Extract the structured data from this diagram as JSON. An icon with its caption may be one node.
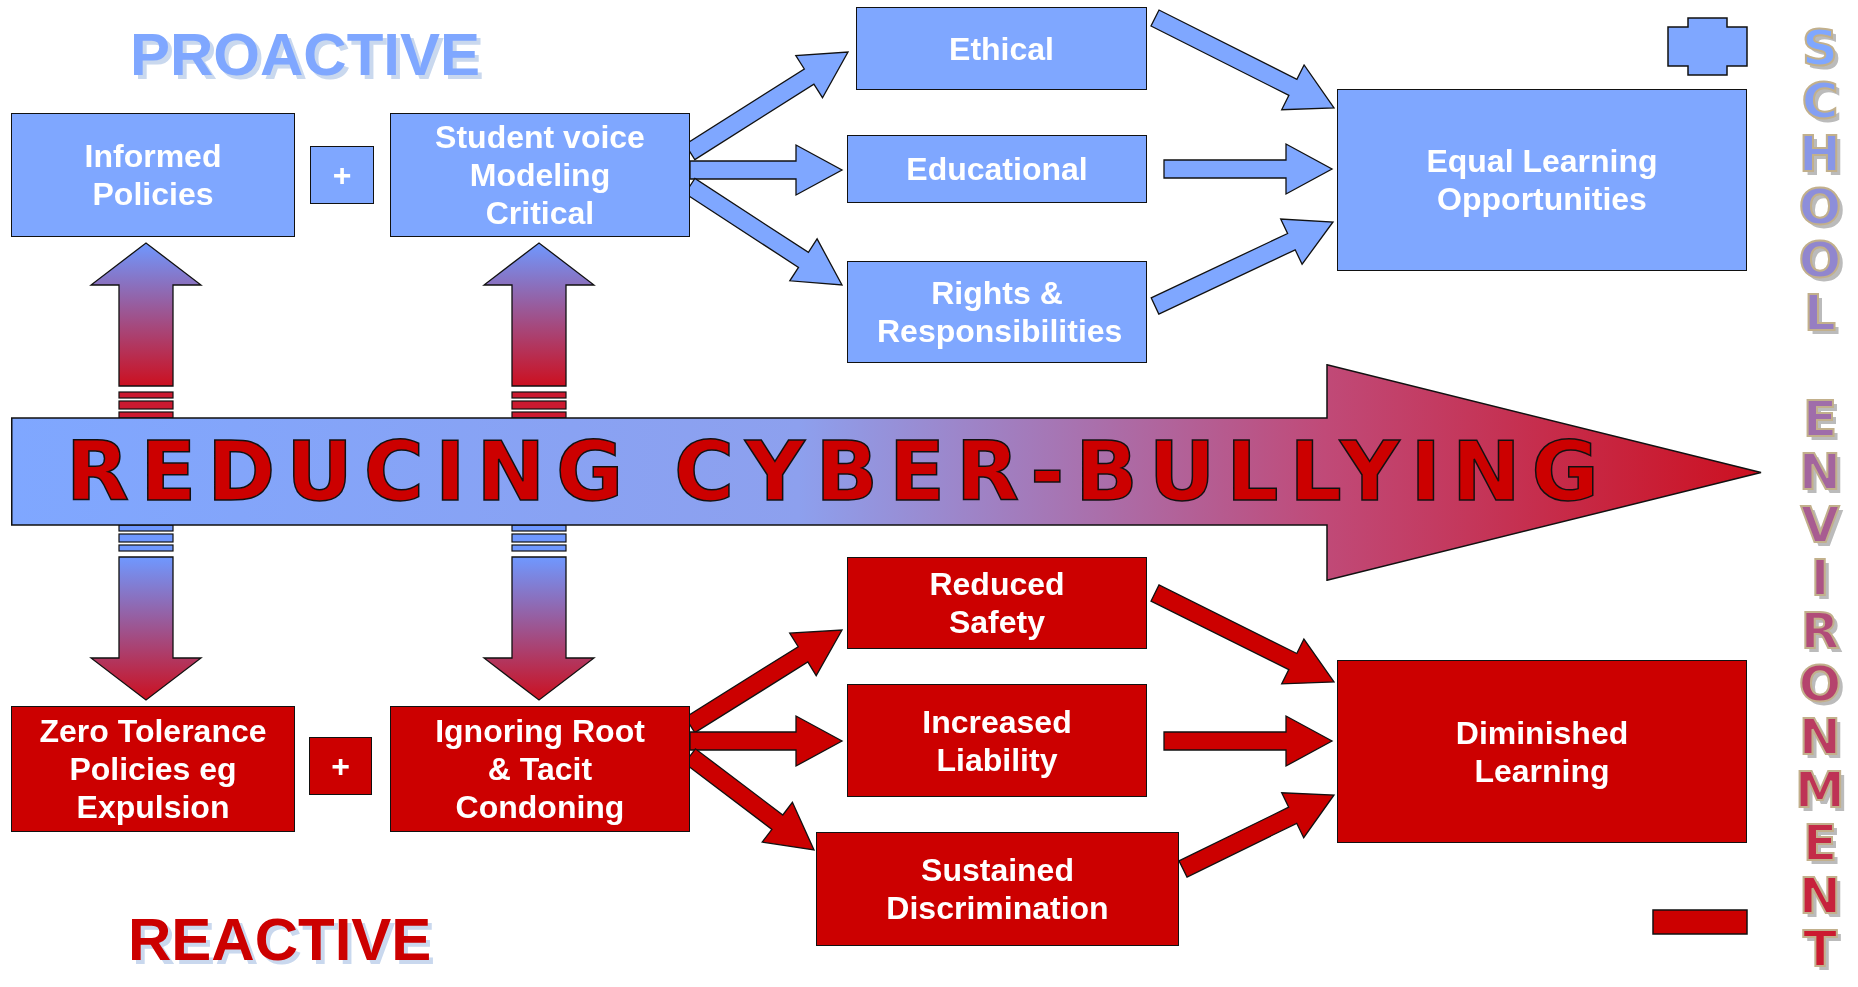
{
  "diagram": {
    "nodes": [
      {
        "text": [
          "Informed Policies"
        ]
      },
      {
        "text": [
          "+"
        ]
      },
      {
        "text": [
          "Student voice Modeling Critical"
        ]
      },
      {
        "text": [
          "Ethical"
        ]
      },
      {
        "text": [
          "Educational"
        ]
      },
      {
        "text": [
          "Rights & Responsibilities"
        ]
      },
      {
        "text": [
          "Equal Learning Opportunities"
        ]
      },
      {
        "text": [
          "REDUCING CYBER-BULLYING"
        ]
      },
      {
        "text": [
          "Zero Tolerance Policies eg Expulsion"
        ]
      },
      {
        "text": [
          "+"
        ]
      },
      {
        "text": [
          "Ignoring Root & Tacit Condoning"
        ]
      },
      {
        "text": [
          "Reduced Safety"
        ]
      },
      {
        "text": [
          "Increased Liability"
        ]
      },
      {
        "text": [
          "Sustained Discrimination"
        ]
      },
      {
        "text": [
          "Diminished Learning"
        ]
      }
    ],
    "edges": [
      {
        "from": 2,
        "to": 3,
        "arrow": "to",
        "color": "#7fa7ff"
      },
      {
        "from": 2,
        "to": 4,
        "arrow": "to",
        "color": "#7fa7ff"
      },
      {
        "from": 2,
        "to": 5,
        "arrow": "to",
        "color": "#7fa7ff"
      },
      {
        "from": 3,
        "to": 6,
        "arrow": "to",
        "color": "#7fa7ff"
      },
      {
        "from": 4,
        "to": 6,
        "arrow": "to",
        "color": "#7fa7ff"
      },
      {
        "from": 5,
        "to": 6,
        "arrow": "to",
        "color": "#7fa7ff"
      },
      {
        "from": 7,
        "to": 0,
        "arrow": "to"
      },
      {
        "from": 7,
        "to": 2,
        "arrow": "to"
      },
      {
        "from": 7,
        "to": 8,
        "arrow": "to"
      },
      {
        "from": 7,
        "to": 10,
        "arrow": "to"
      },
      {
        "from": 10,
        "to": 11,
        "arrow": "to",
        "color": "#cc0000"
      },
      {
        "from": 10,
        "to": 12,
        "arrow": "to",
        "color": "#cc0000"
      },
      {
        "from": 10,
        "to": 13,
        "arrow": "to",
        "color": "#cc0000"
      },
      {
        "from": 11,
        "to": 14,
        "arrow": "to",
        "color": "#cc0000"
      },
      {
        "from": 12,
        "to": 14,
        "arrow": "to",
        "color": "#cc0000"
      },
      {
        "from": 13,
        "to": 14,
        "arrow": "to",
        "color": "#cc0000"
      }
    ],
    "labels": [
      "PROACTIVE",
      "REACTIVE",
      "SCHOOL ENVIRONMENT"
    ]
  }
}
